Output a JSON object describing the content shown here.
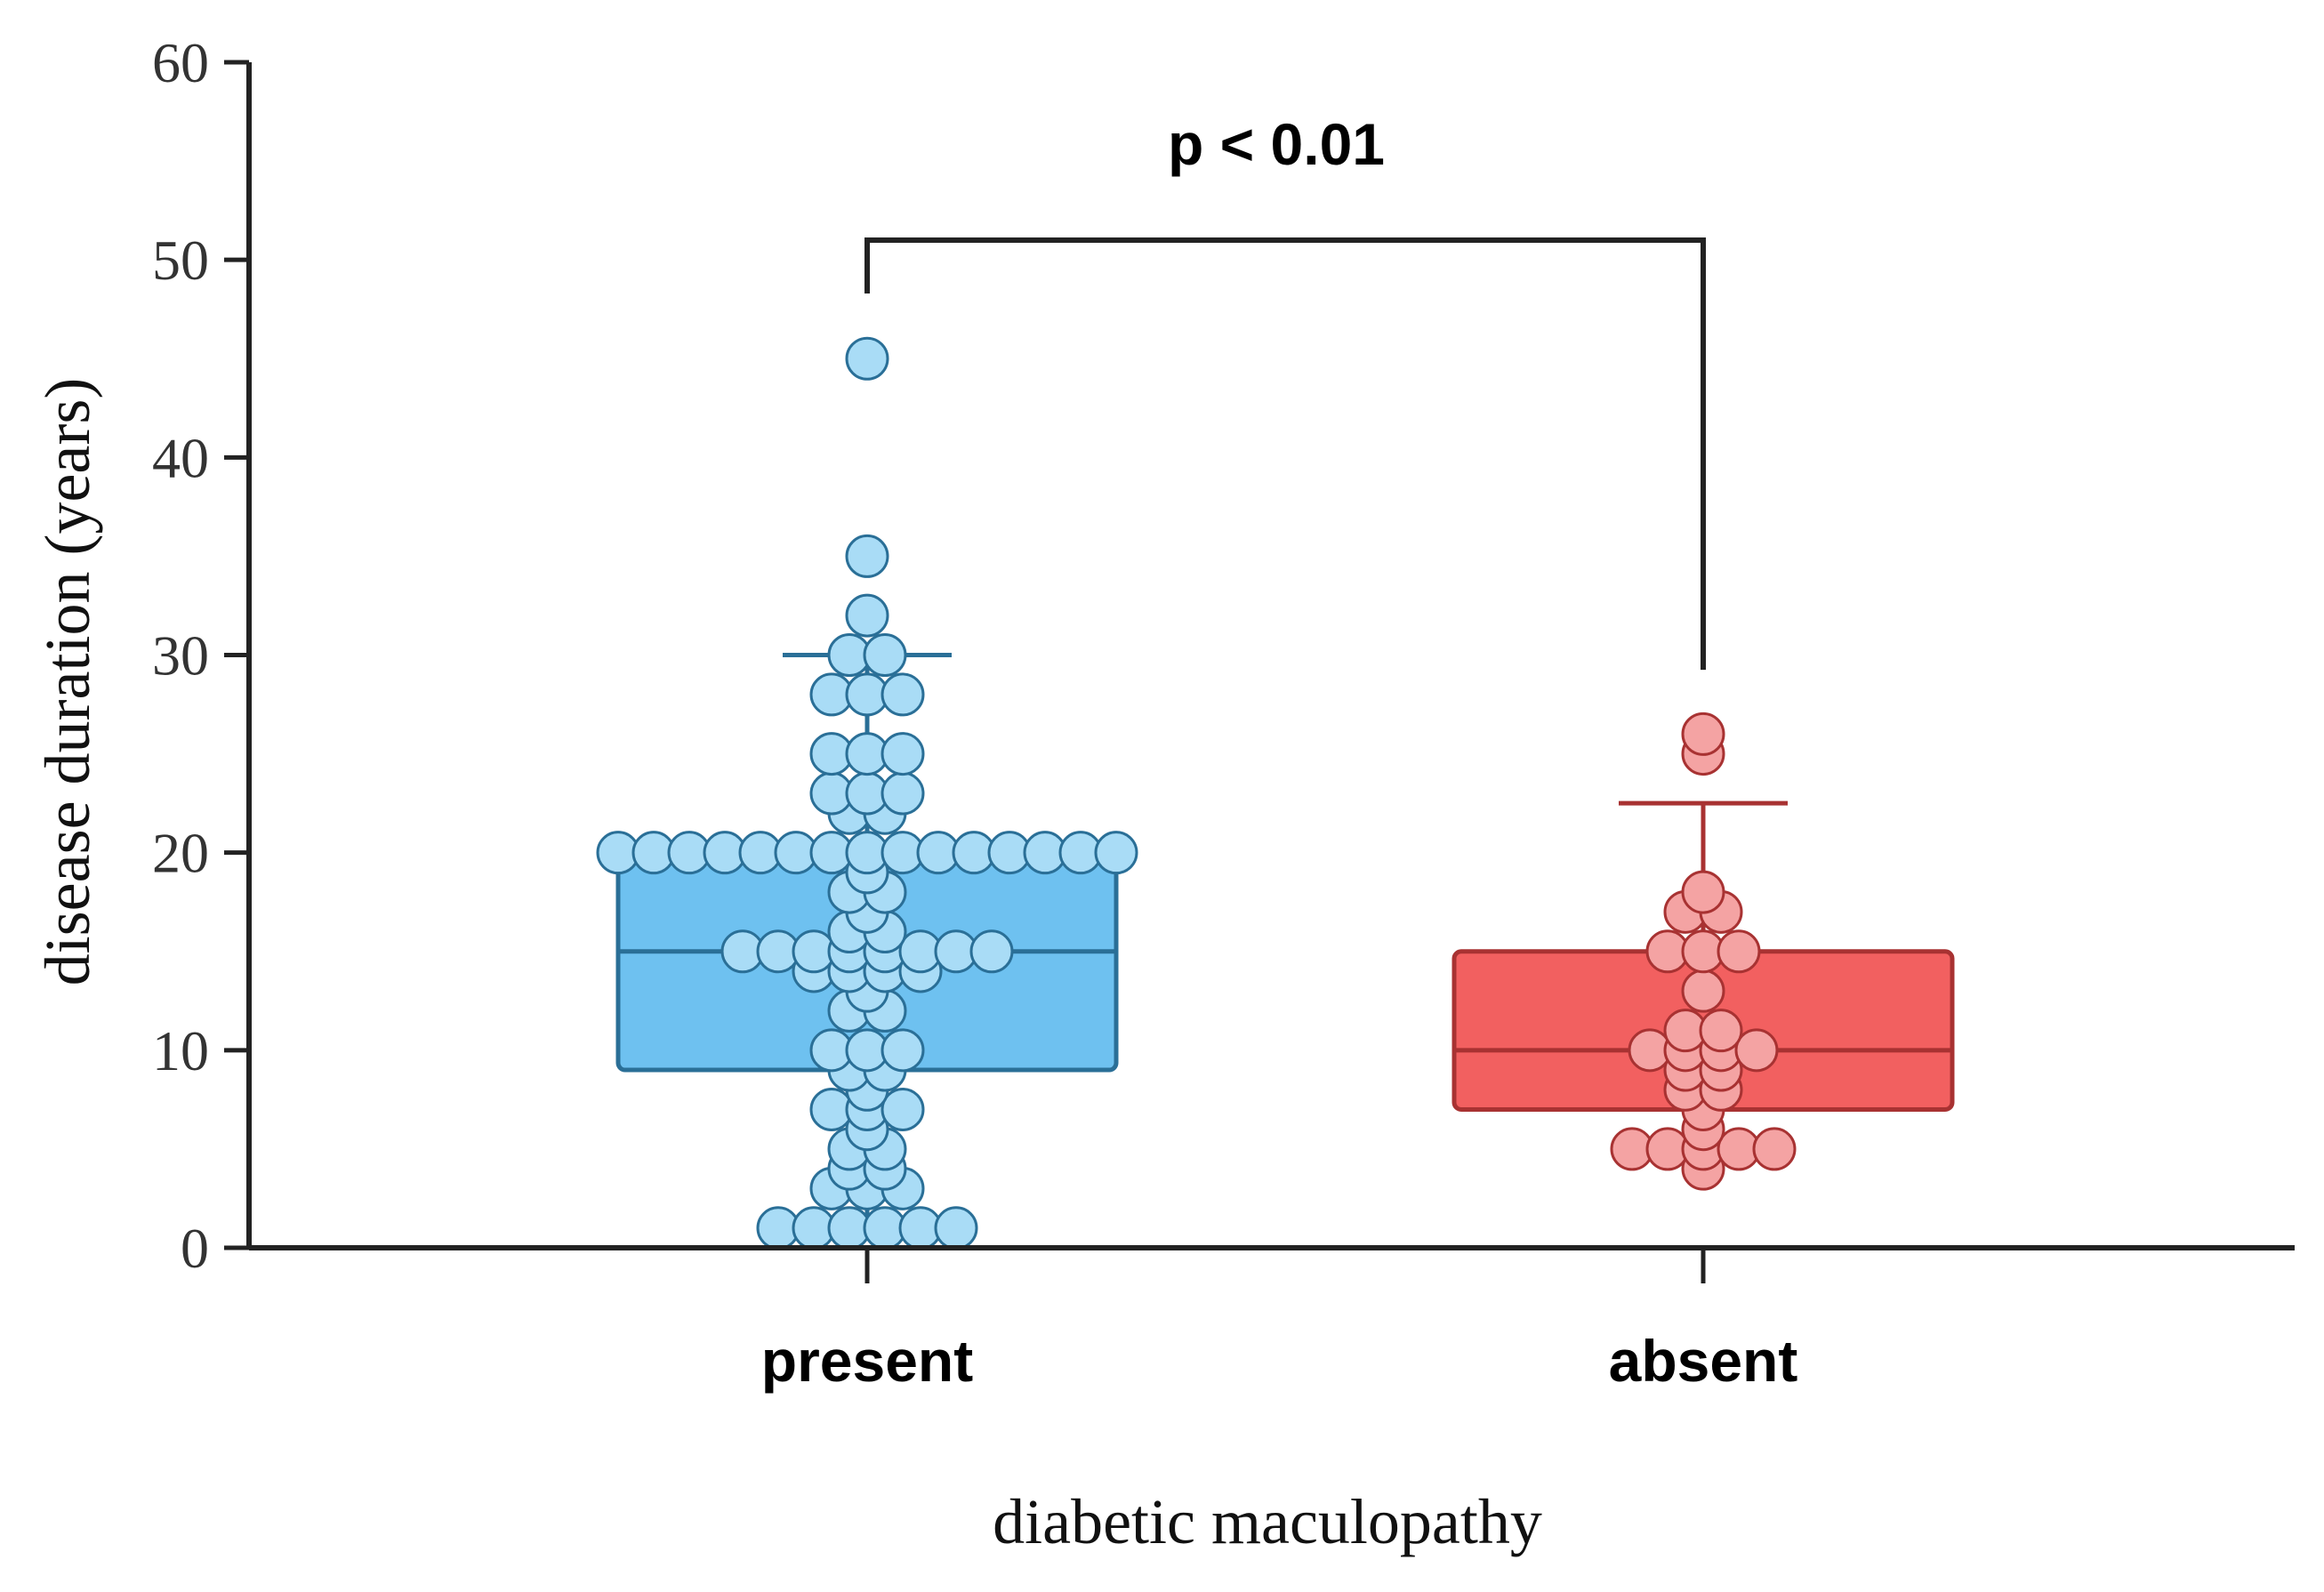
{
  "chart_data": {
    "type": "box",
    "title": "",
    "xlabel": "diabetic maculopathy",
    "ylabel": "disease duration (years)",
    "ylim": [
      0,
      60
    ],
    "yticks": [
      0,
      10,
      20,
      30,
      40,
      50,
      60
    ],
    "grid": false,
    "categories": [
      "present",
      "absent"
    ],
    "series": [
      {
        "category": "present",
        "color": "#6ec1f0",
        "point_color": "#a9dcf6",
        "edge_color": "#2a6f97",
        "box": {
          "q1": 9,
          "median": 15,
          "q3": 20,
          "whisker_low": 1,
          "whisker_high": 30
        },
        "points": [
          45,
          35,
          32,
          30,
          30,
          28,
          28,
          28,
          25,
          25,
          25,
          23,
          23,
          23,
          22,
          22,
          20,
          20,
          20,
          20,
          20,
          20,
          20,
          20,
          20,
          20,
          20,
          20,
          20,
          20,
          20,
          19,
          18,
          18,
          17,
          16,
          16,
          15,
          15,
          15,
          15,
          15,
          15,
          15,
          15,
          14,
          14,
          14,
          14,
          13,
          12,
          12,
          10,
          10,
          10,
          9,
          9,
          8,
          7,
          7,
          7,
          6,
          5,
          5,
          4,
          4,
          3,
          3,
          3,
          1,
          1,
          1,
          1,
          1,
          1
        ]
      },
      {
        "category": "absent",
        "color": "#f26060",
        "point_color": "#f4a3a3",
        "edge_color": "#a83232",
        "box": {
          "q1": 7,
          "median": 10,
          "q3": 15,
          "whisker_low": 5,
          "whisker_high": 22.5
        },
        "points": [
          26,
          25,
          18,
          17,
          17,
          15,
          15,
          15,
          13,
          11,
          11,
          10,
          10,
          10,
          10,
          9,
          9,
          8,
          8,
          7,
          6,
          5,
          5,
          5,
          5,
          5,
          4
        ]
      }
    ],
    "annotation": {
      "text": "p < 0.01",
      "bracket_y": 51
    }
  }
}
